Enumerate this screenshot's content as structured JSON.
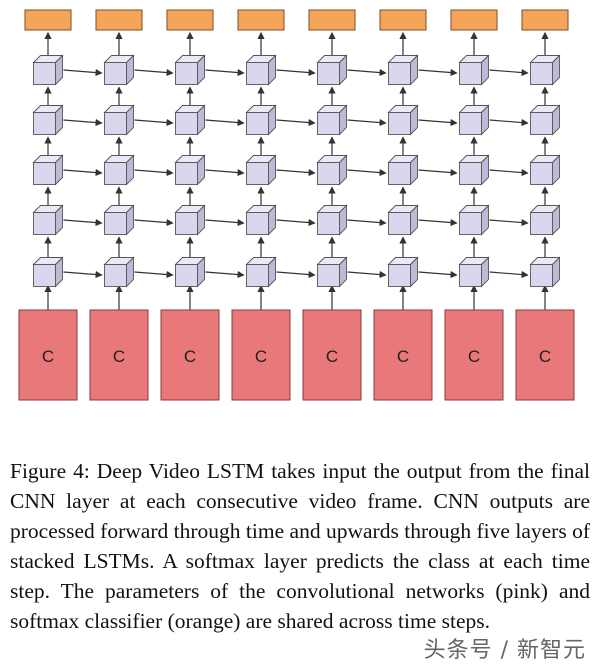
{
  "figure": {
    "caption": "Figure 4: Deep Video LSTM takes input the output from the final CNN layer at each consecutive video frame. CNN outputs are processed forward through time and upwards through five layers of stacked LSTMs. A softmax layer predicts the class at each time step. The parameters of the convolutional networks (pink) and softmax classifier (orange) are shared across time steps.",
    "cnn_label": "C",
    "num_timesteps": 8,
    "num_lstm_layers": 5
  },
  "colors": {
    "cnn": "#e8787a",
    "cnn_border": "#8a3a3c",
    "lstm_front": "#d9d7ee",
    "lstm_top": "#ebe9f8",
    "lstm_side": "#bdbad8",
    "lstm_border": "#555",
    "softmax": "#f5a55a",
    "softmax_border": "#7a4e24",
    "arrow": "#333"
  },
  "watermark": "头条号 / 新智元"
}
